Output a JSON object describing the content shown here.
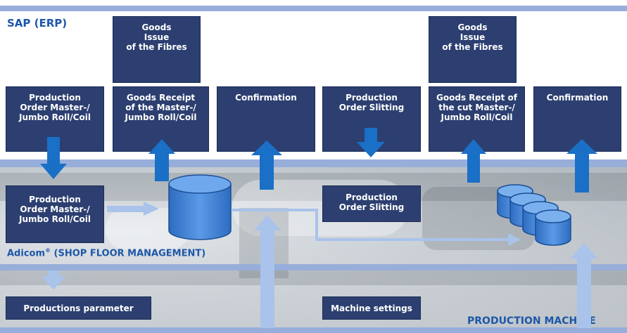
{
  "sap": {
    "title": "SAP (ERP)",
    "goods_issue_1": "Goods\nIssue\nof the Fibres",
    "goods_issue_2": "Goods\nIssue\nof the Fibres",
    "prod_order_master": "Production\nOrder Master-/\nJumbo Roll/Coil",
    "goods_receipt_master": "Goods Receipt\nof the Master-/\nJumbo Roll/Coil",
    "confirmation_1": "Confirmation",
    "prod_order_slitting": "Production\nOrder Slitting",
    "goods_receipt_cut": "Goods Receipt of\nthe cut Master-/\nJumbo Roll/Coil",
    "confirmation_2": "Confirmation"
  },
  "adicom": {
    "title_main": "Adicom",
    "title_reg": "®",
    "title_rest": " (SHOP FLOOR MANAGEMENT)",
    "prod_order_master": "Production\nOrder Master-/\nJumbo Roll/Coil",
    "prod_order_slitting": "Production\nOrder Slitting"
  },
  "machine": {
    "title": "PRODUCTION MACHINE",
    "productions_parameter": "Productions parameter",
    "machine_settings": "Machine settings"
  },
  "colors": {
    "box": "#2c3f70",
    "stripe": "#97aedb",
    "arrow_dark": "#1a6fc7",
    "arrow_light": "#a9c3ea",
    "title": "#1d57a8",
    "db": "#3a7fd0"
  },
  "icons": [
    "database-icon",
    "database-stack-icon",
    "arrow-down-icon",
    "arrow-up-icon",
    "arrow-right-icon"
  ]
}
